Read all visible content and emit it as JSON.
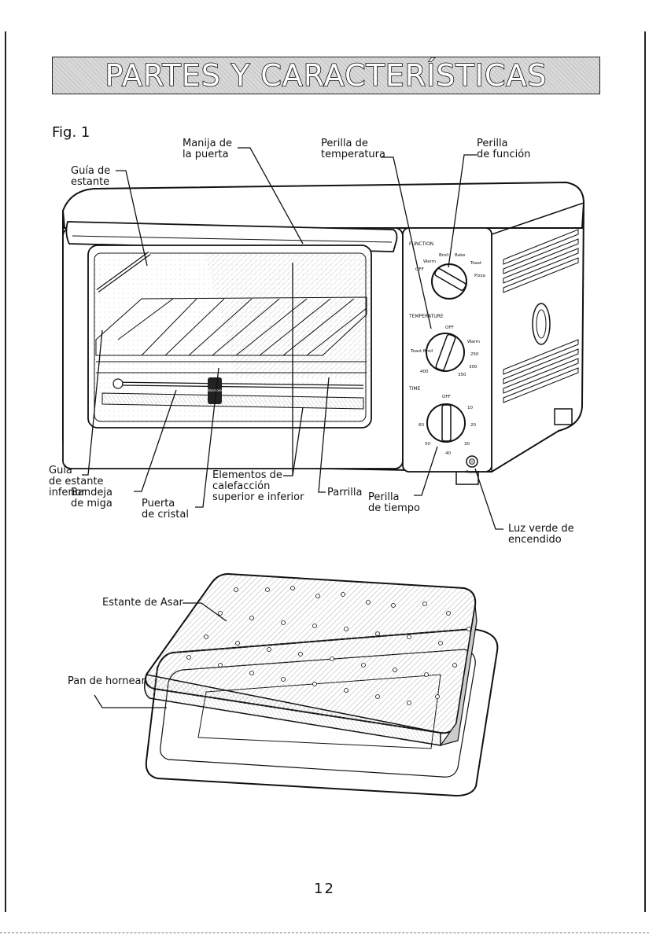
{
  "title": "PARTES Y CARACTERÍSTICAS",
  "figure_label": "Fig. 1",
  "labels": {
    "handle": "Manija de\nla puerta",
    "temp_knob": "Perilla de\ntemperatura",
    "function_knob": "Perilla\nde función",
    "rack_guide": "Guía de\nestante",
    "lower_rack_guide": "Guía\nde estante\ninferior",
    "crumb_tray": "Bandeja\nde miga",
    "glass_door": "Puerta\nde cristal",
    "heating_elements": "Elementos de\ncalefacción\nsuperior e inferior",
    "rack": "Parrilla",
    "timer_knob": "Perilla\nde tiempo",
    "power_light": "Luz verde de\nencendido",
    "broil_rack": "Estante de Asar",
    "baking_pan": "Pan de hornear"
  },
  "panel": {
    "function_header": "FUNCTION",
    "temperature_header": "TEMPERATURE",
    "time_header": "TIME",
    "function_marks": [
      "Warm",
      "Broil",
      "Bake",
      "Toast",
      "Pizza",
      "OFF"
    ],
    "temp_marks": [
      "OFF",
      "Warm",
      "250",
      "300",
      "350",
      "400",
      "Toast Broil"
    ],
    "time_marks": [
      "OFF",
      "10",
      "20",
      "30",
      "40",
      "50",
      "60"
    ],
    "power_label": "Power",
    "brand": "Kenmore"
  },
  "page_number": "12"
}
